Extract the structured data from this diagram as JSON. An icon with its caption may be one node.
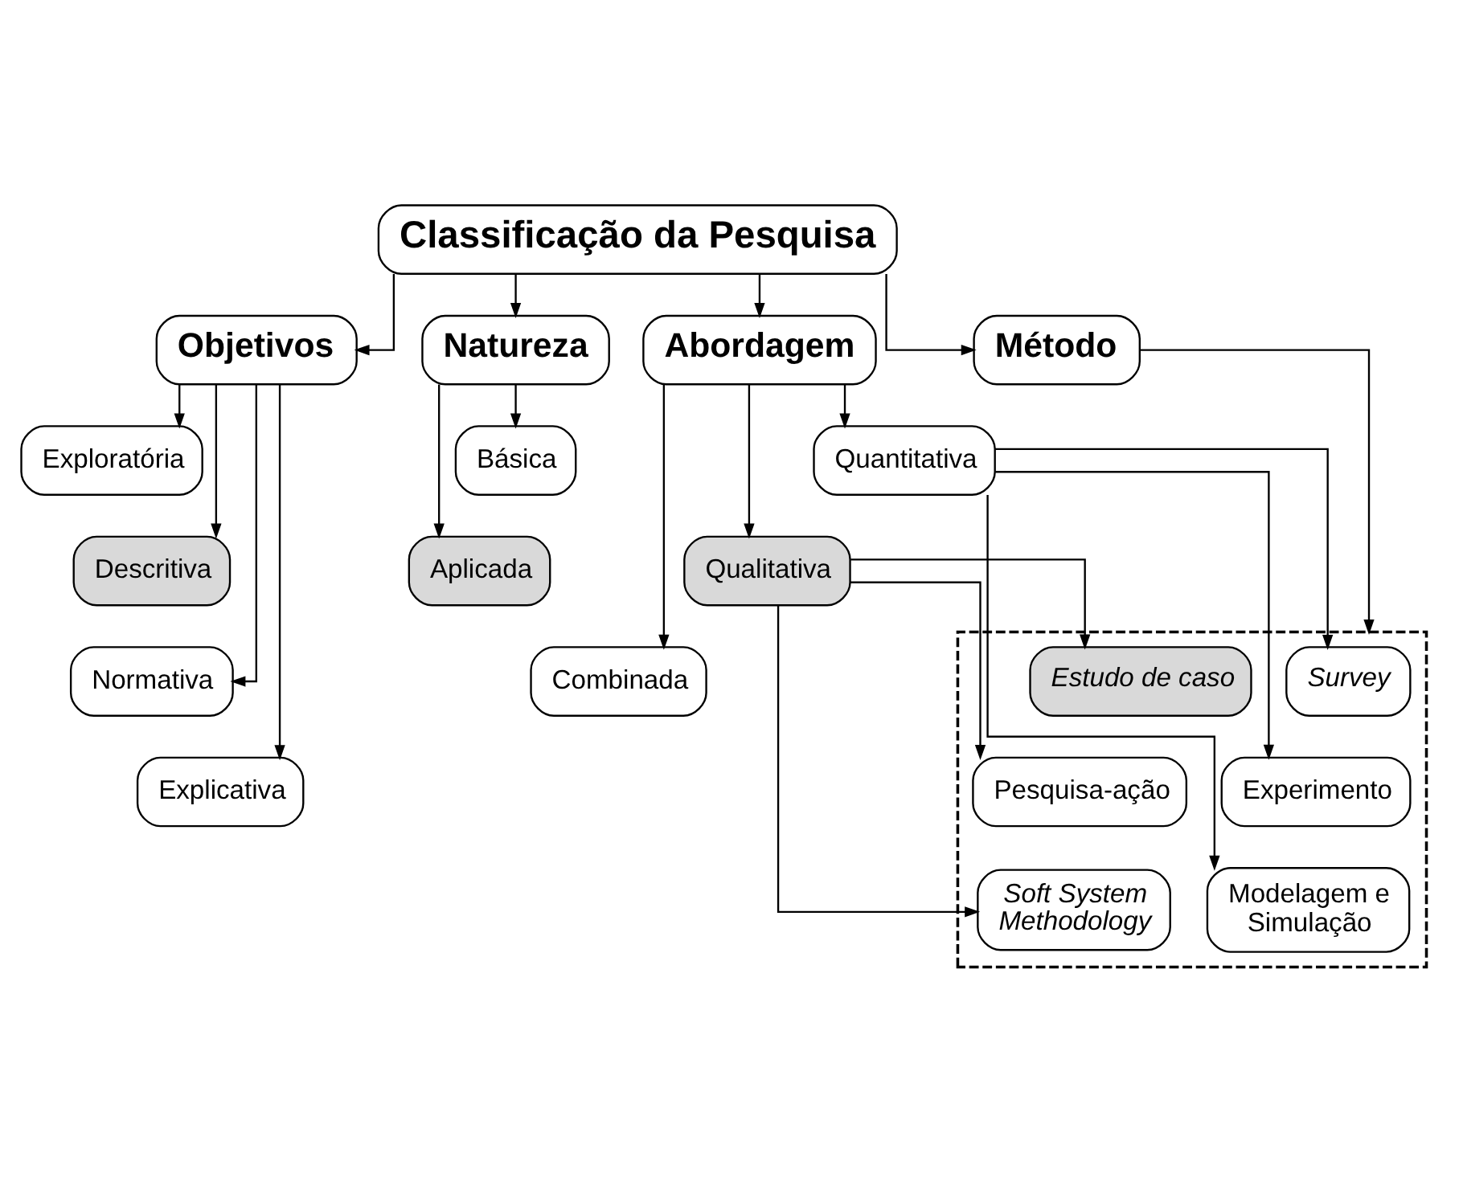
{
  "diagram": {
    "nodes": [
      {
        "text": [
          "Classificação da Pesquisa"
        ]
      },
      {
        "text": [
          "Objetivos"
        ]
      },
      {
        "text": [
          "Natureza"
        ]
      },
      {
        "text": [
          "Abordagem"
        ]
      },
      {
        "text": [
          "Método"
        ]
      },
      {
        "text": [
          "Exploratória"
        ]
      },
      {
        "text": [
          "Descritiva"
        ]
      },
      {
        "text": [
          "Normativa"
        ]
      },
      {
        "text": [
          "Explicativa"
        ]
      },
      {
        "text": [
          "Básica"
        ]
      },
      {
        "text": [
          "Aplicada"
        ]
      },
      {
        "text": [
          "Quantitativa"
        ]
      },
      {
        "text": [
          "Qualitativa"
        ]
      },
      {
        "text": [
          "Combinada"
        ]
      },
      {
        "text": [],
        "shape": "box"
      },
      {
        "text": [
          "Survey"
        ],
        "in": 14
      },
      {
        "text": [
          "Experimento"
        ],
        "in": 14
      },
      {
        "text": [
          "Modelagem e Simulação"
        ],
        "in": 14
      },
      {
        "text": [
          "Estudo de caso"
        ],
        "in": 14
      },
      {
        "text": [
          "Pesquisa-ação"
        ],
        "in": 14
      },
      {
        "text": [
          "Soft System Methodology"
        ],
        "in": 14
      }
    ],
    "edges": [
      {
        "from": 0,
        "to": 1,
        "arrow": "to"
      },
      {
        "from": 0,
        "to": 2,
        "arrow": "to"
      },
      {
        "from": 0,
        "to": 3,
        "arrow": "to"
      },
      {
        "from": 0,
        "to": 4,
        "arrow": "to"
      },
      {
        "from": 1,
        "to": 5,
        "arrow": "to"
      },
      {
        "from": 1,
        "to": 6,
        "arrow": "to"
      },
      {
        "from": 1,
        "to": 7,
        "arrow": "to"
      },
      {
        "from": 1,
        "to": 8,
        "arrow": "to"
      },
      {
        "from": 2,
        "to": 9,
        "arrow": "to"
      },
      {
        "from": 2,
        "to": 10,
        "arrow": "to"
      },
      {
        "from": 3,
        "to": 11,
        "arrow": "to"
      },
      {
        "from": 3,
        "to": 12,
        "arrow": "to"
      },
      {
        "from": 3,
        "to": 13,
        "arrow": "to"
      },
      {
        "from": 4,
        "to": 14,
        "arrow": "to"
      },
      {
        "from": 11,
        "to": 15,
        "arrow": "to"
      },
      {
        "from": 11,
        "to": 16,
        "arrow": "to"
      },
      {
        "from": 11,
        "to": 17,
        "arrow": "to"
      },
      {
        "from": 12,
        "to": 18,
        "arrow": "to"
      },
      {
        "from": 12,
        "to": 19,
        "arrow": "to"
      },
      {
        "from": 12,
        "to": 20,
        "arrow": "to"
      }
    ]
  }
}
